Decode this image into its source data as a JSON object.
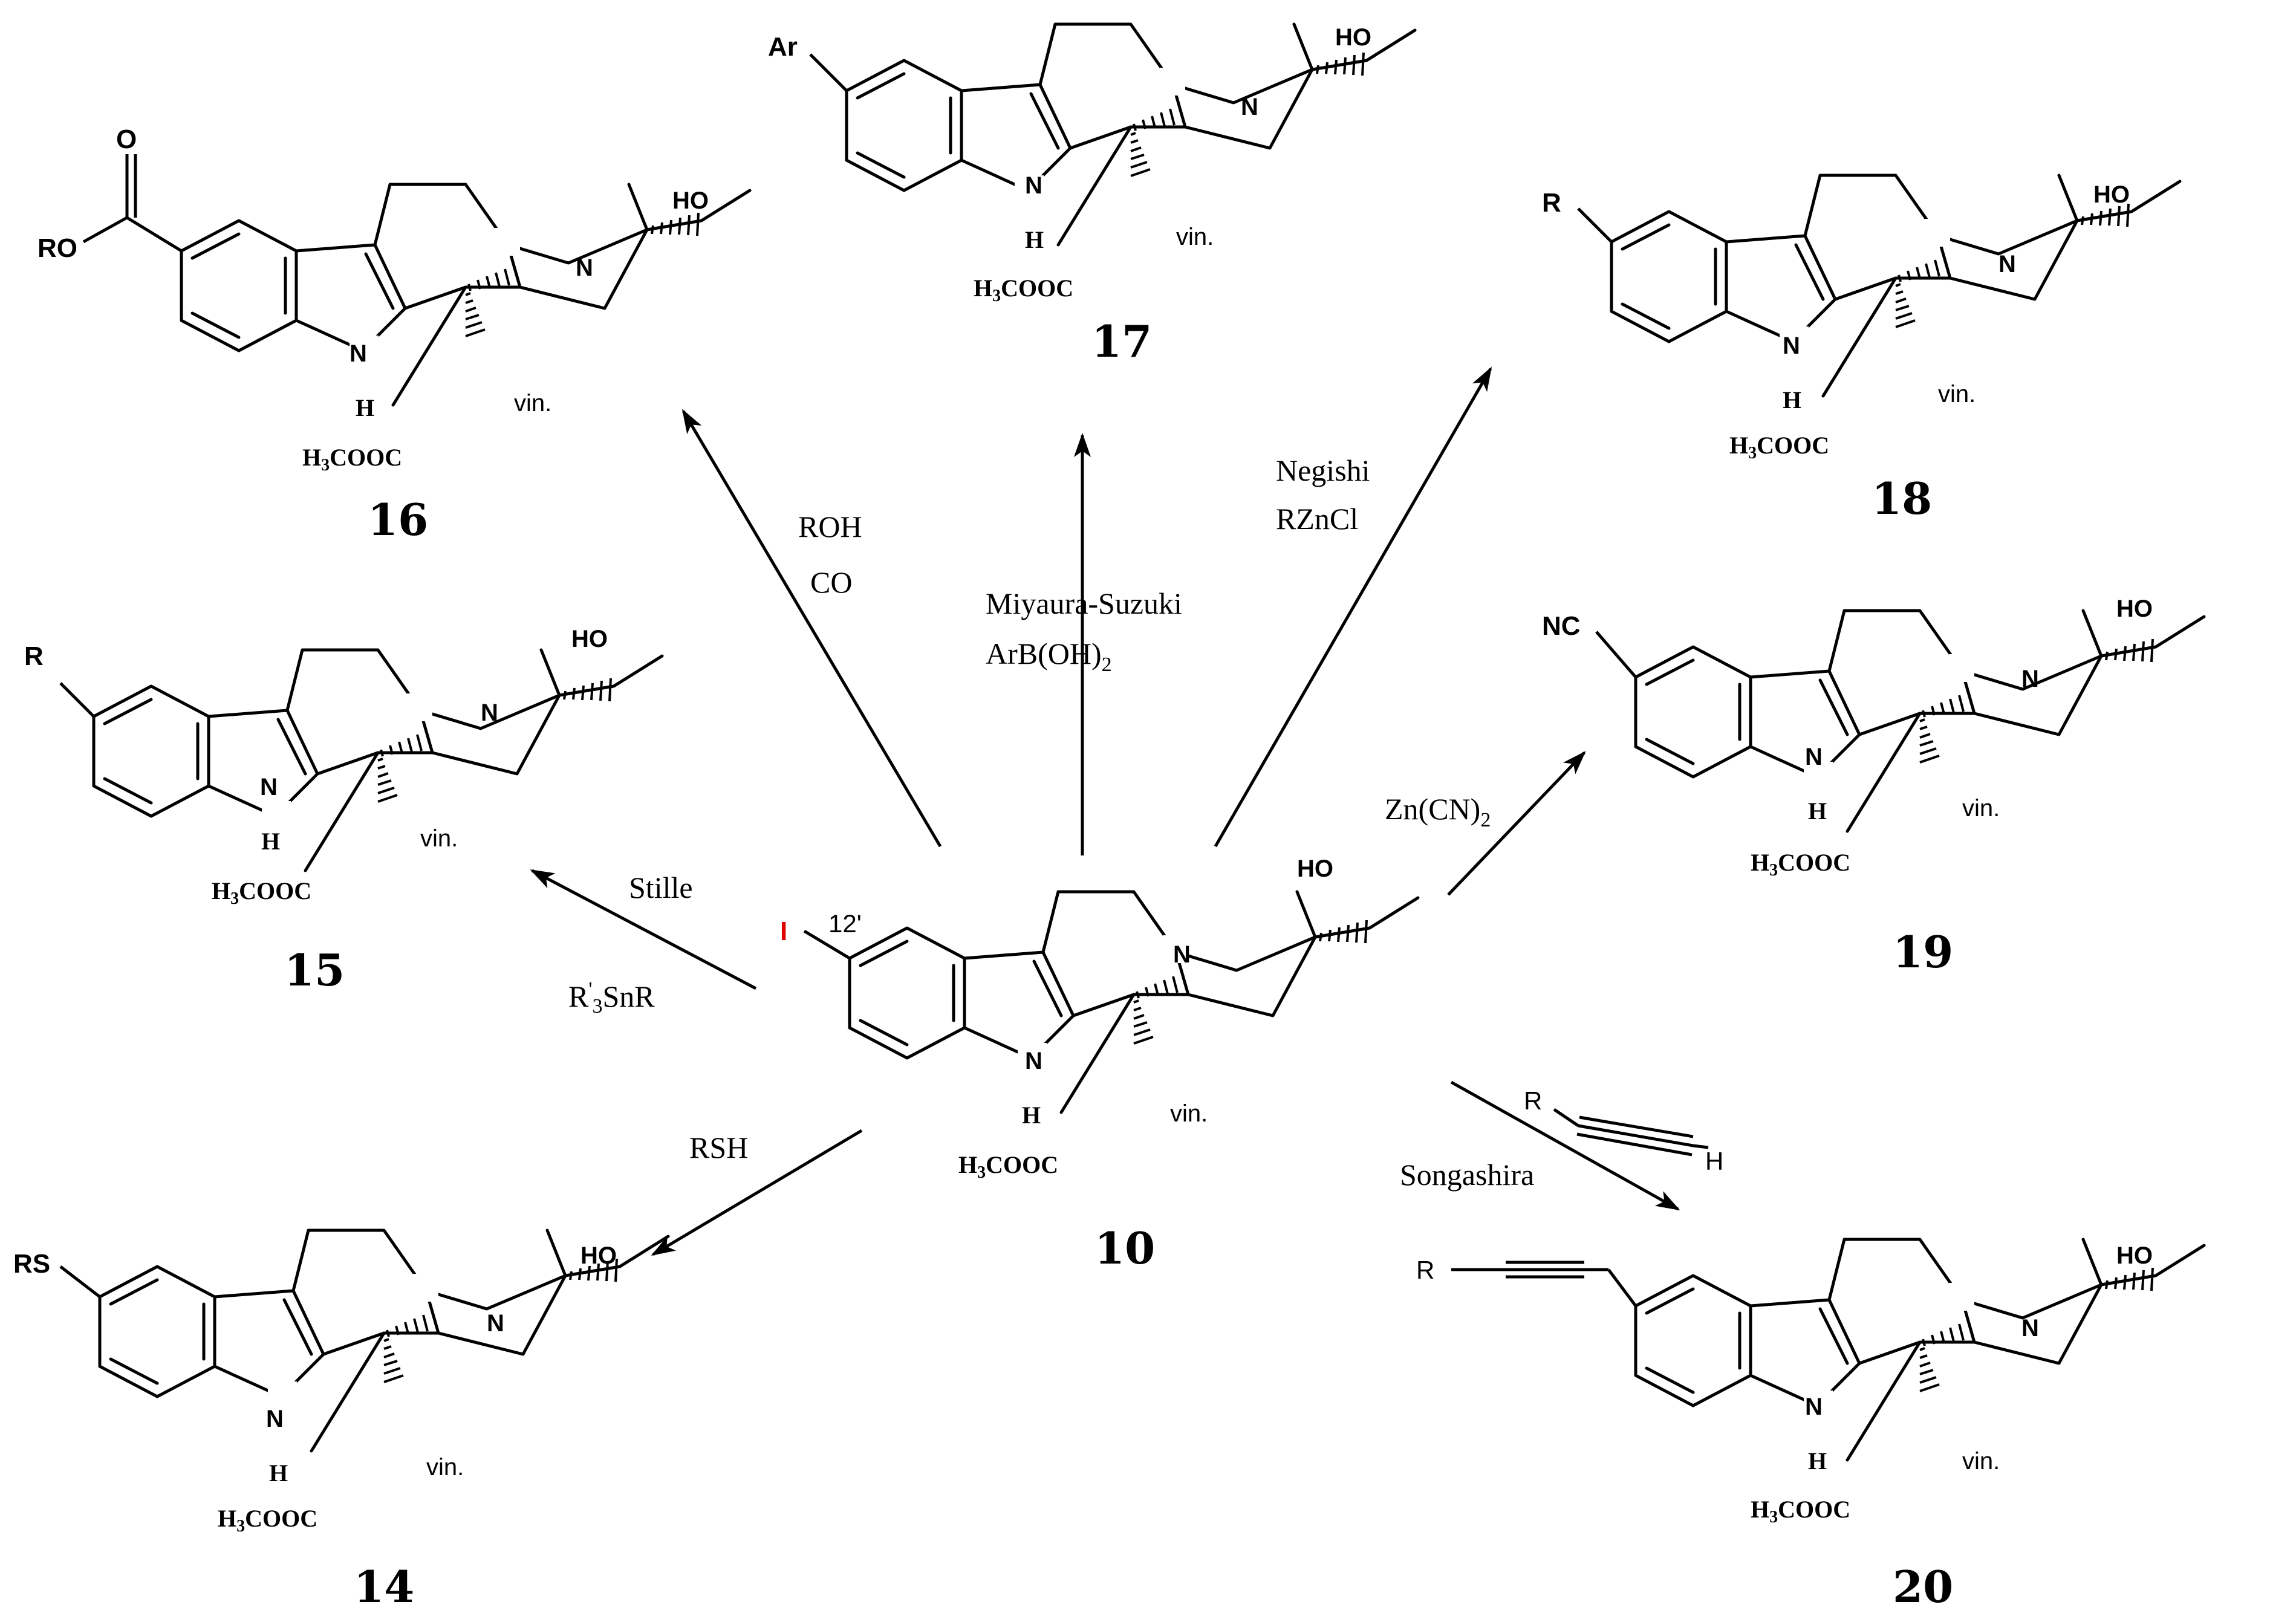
{
  "colors": {
    "ink": "#000000",
    "iodine": "#e00000",
    "background": "#ffffff"
  },
  "atoms": {
    "N": "N",
    "H": "H",
    "HO": "HO",
    "ester": "H3COOC",
    "vinyl": "vin."
  },
  "core": {
    "number": "10",
    "substituent": "I",
    "position_label": "12'"
  },
  "products": [
    {
      "id": "p16",
      "number": "16",
      "substituent": "RO"
    },
    {
      "id": "p17",
      "number": "17",
      "substituent": "Ar"
    },
    {
      "id": "p18",
      "number": "18",
      "substituent": "R"
    },
    {
      "id": "p15",
      "number": "15",
      "substituent": "R"
    },
    {
      "id": "p19",
      "number": "19",
      "substituent": "NC"
    },
    {
      "id": "p14",
      "number": "14",
      "substituent": "RS"
    },
    {
      "id": "p20",
      "number": "20",
      "substituent": "R"
    }
  ],
  "reactions": [
    {
      "id": "to16",
      "name": "",
      "lines": [
        "ROH",
        "CO"
      ]
    },
    {
      "id": "to17",
      "name": "Miyaura-Suzuki",
      "lines": [
        "ArB(OH)2"
      ]
    },
    {
      "id": "to18",
      "name": "Negishi",
      "lines": [
        "RZnCl"
      ]
    },
    {
      "id": "to15",
      "name": "Stille",
      "lines": [
        "R'3SnR"
      ]
    },
    {
      "id": "to19",
      "name": "",
      "lines": [
        "Zn(CN)2"
      ]
    },
    {
      "id": "to14",
      "name": "",
      "lines": [
        "RSH"
      ]
    },
    {
      "id": "to20",
      "name": "Songashira",
      "lines": [],
      "alkyne": {
        "left": "R",
        "right": "H"
      }
    }
  ],
  "ester_carbonyl_oxygen": "O"
}
